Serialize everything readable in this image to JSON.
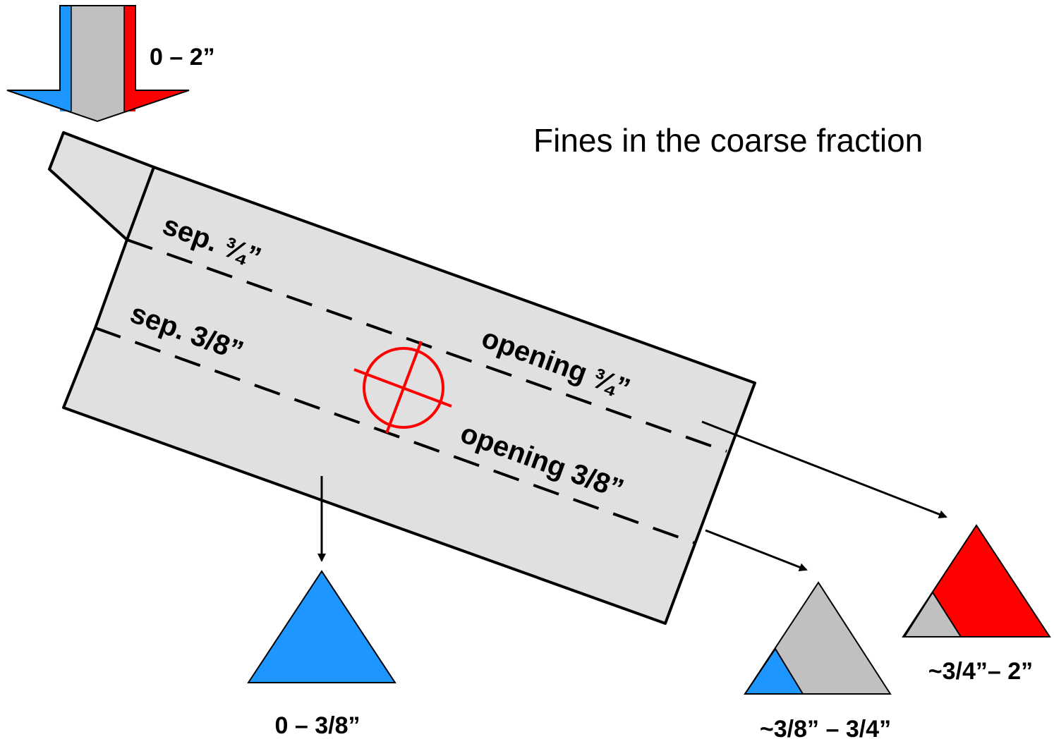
{
  "title": "Fines in the coarse fraction",
  "feed": {
    "label": "0 – 2”"
  },
  "screen": {
    "upper_deck_label": "sep. ¾”",
    "lower_deck_label": "sep. 3/8”",
    "upper_opening_label": "opening ¾”",
    "lower_opening_label": "opening 3/8”"
  },
  "products": {
    "fines": {
      "label": "0 – 3/8”"
    },
    "middle": {
      "label": "~3/8” – 3/4”"
    },
    "coarse": {
      "label": "~3/4”– 2”"
    }
  },
  "colors": {
    "fine": "#1e96ff",
    "middle": "#c0c0c0",
    "coarse": "#ff0000",
    "screen": "#e0e0e0",
    "target": "#ff0000"
  }
}
